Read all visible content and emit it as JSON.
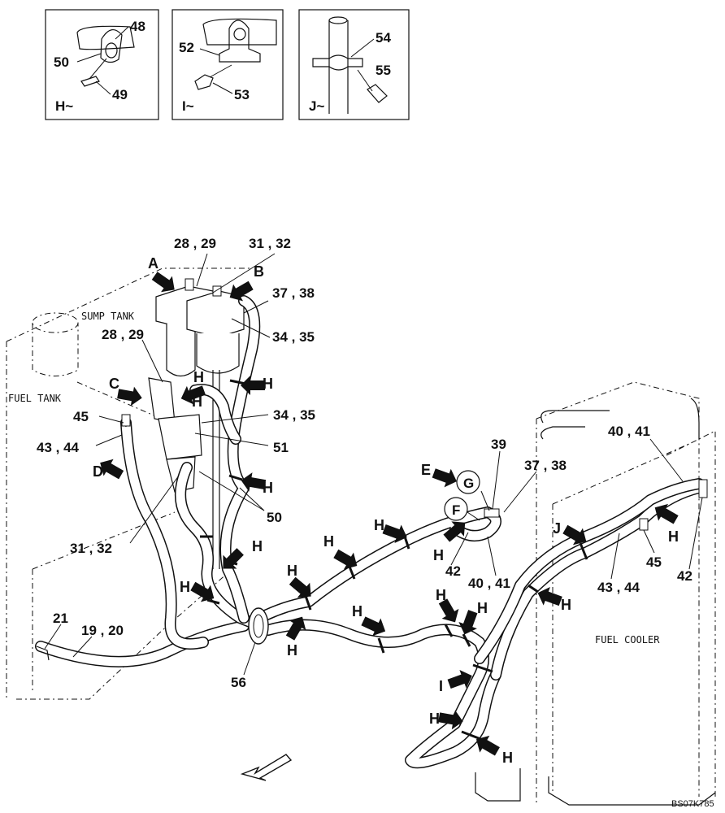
{
  "details": [
    {
      "id": "H",
      "caption": "H~",
      "parts": [
        "48",
        "50",
        "49"
      ]
    },
    {
      "id": "I",
      "caption": "I~",
      "parts": [
        "52",
        "53"
      ]
    },
    {
      "id": "J",
      "caption": "J~",
      "parts": [
        "54",
        "55"
      ]
    }
  ],
  "labels": {
    "sump_tank": "SUMP TANK",
    "fuel_tank": "FUEL TANK",
    "fuel_cooler": "FUEL COOLER",
    "drawing_code": "BS07K785"
  },
  "part_numbers": {
    "p28_29_top": "28 , 29",
    "p31_32_top": "31 , 32",
    "p37_38_top": "37 , 38",
    "p34_35_top": "34 , 35",
    "p28_29_mid": "28 , 29",
    "p34_35_mid": "34 , 35",
    "p45_left": "45",
    "p43_44_left": "43 , 44",
    "p51": "51",
    "p50": "50",
    "p31_32_low": "31 , 32",
    "p21": "21",
    "p19_20": "19 , 20",
    "p56": "56",
    "p39": "39",
    "p37_38_right": "37 , 38",
    "p40_41_top": "40 , 41",
    "p42_left": "42",
    "p40_41_mid": "40 , 41",
    "p45_right": "45",
    "p43_44_right": "43 , 44",
    "p42_right": "42"
  },
  "view_arrows": {
    "A": "A",
    "B": "B",
    "C": "C",
    "D": "D",
    "E": "E"
  },
  "circle_labels": {
    "G": "G",
    "F": "F"
  },
  "clamp_callouts": {
    "H": "H",
    "I": "I",
    "J": "J"
  }
}
